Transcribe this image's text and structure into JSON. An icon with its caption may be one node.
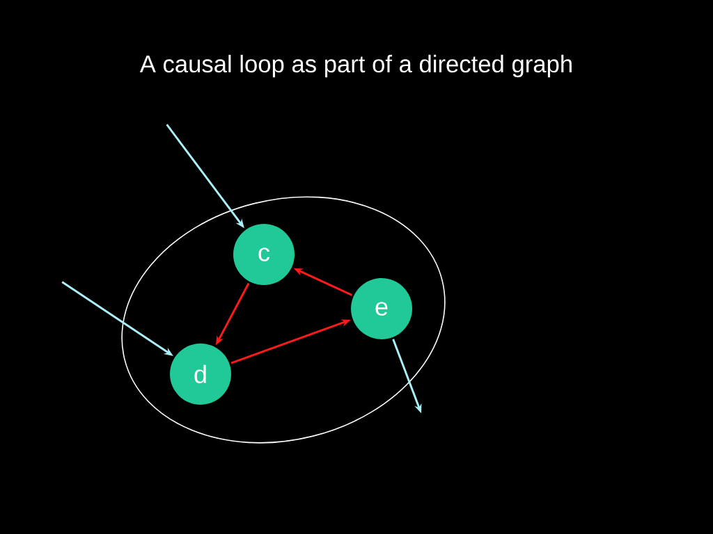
{
  "diagram": {
    "title": "A causal loop as part of a directed graph",
    "nodes": [
      {
        "text": [],
        "shape": "ellipse"
      },
      {
        "text": [
          "c"
        ],
        "in": 0
      },
      {
        "text": [
          "d"
        ],
        "in": 0
      },
      {
        "text": [
          "e"
        ],
        "in": 0
      }
    ],
    "edges": [
      {
        "from": 3,
        "to": 1,
        "arrow": "to",
        "color": "#ff1a1a"
      },
      {
        "from": 1,
        "to": 2,
        "arrow": "to",
        "color": "#ff1a1a"
      },
      {
        "from": 2,
        "to": 3,
        "arrow": "to",
        "color": "#ff1a1a"
      },
      {
        "from": null,
        "to": 1,
        "arrow": "to",
        "color": "#aaf0f8"
      },
      {
        "from": null,
        "to": 2,
        "arrow": "to",
        "color": "#aaf0f8"
      },
      {
        "from": 3,
        "to": null,
        "arrow": "to",
        "color": "#aaf0f8"
      }
    ]
  }
}
